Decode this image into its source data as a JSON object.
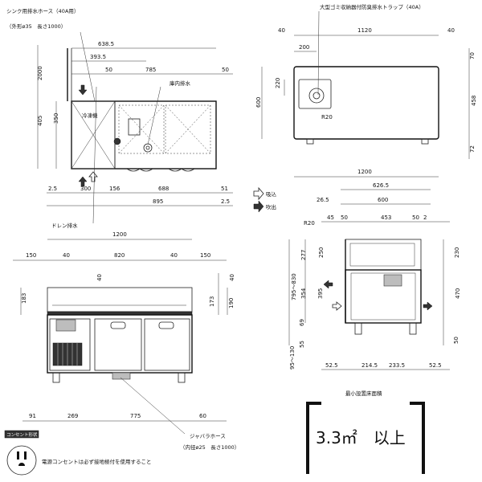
{
  "top_plan": {
    "notes": {
      "sink_hose": "シンク用排水ホース（40A用）",
      "sink_hose_size": "（外形ø35　長さ1000）",
      "freezer": "冷凍機",
      "drain_inside": "庫内排水",
      "drain": "ドレン排水"
    },
    "dims": {
      "d638": "638.5",
      "d393": "393.5",
      "d50a": "50",
      "d785": "785",
      "d50b": "50",
      "d2000": "2000",
      "d405": "405",
      "d350": "350",
      "d2_5a": "2.5",
      "d300": "300",
      "d156": "156",
      "d688": "688",
      "d51": "51",
      "d895": "895",
      "d2_5b": "2.5"
    }
  },
  "legend": {
    "intake": "吸込",
    "exhaust": "吹出"
  },
  "trap_view": {
    "note": "大型ゴミ収納器付防臭排水トラップ（40A）",
    "dims": {
      "d40a": "40",
      "d1120": "1120",
      "d40b": "40",
      "d200": "200",
      "d220": "220",
      "d600": "600",
      "d70": "70",
      "d458": "458",
      "d72": "72",
      "r20": "R20",
      "d1200": "1200"
    }
  },
  "side_view": {
    "dims": {
      "d626": "626.5",
      "d26": "26.5",
      "d600": "600",
      "r20": "R20",
      "d45": "45",
      "d50a": "50",
      "d453": "453",
      "d50b": "50",
      "d2": "2",
      "d277": "277",
      "d250": "250",
      "d230": "230",
      "d795": "795～830",
      "d354": "354",
      "d395": "395",
      "d470": "470",
      "d69": "69",
      "d55": "55",
      "d50": "50",
      "d95": "95～130",
      "d52a": "52.5",
      "d214": "214.5",
      "d233": "233.5",
      "d52b": "52.5"
    }
  },
  "front_view": {
    "dims": {
      "d1200": "1200",
      "d150a": "150",
      "d40a": "40",
      "d820": "820",
      "d40b": "40",
      "d150b": "150",
      "d40c": "40",
      "d40d": "40",
      "d183": "183",
      "d173": "173",
      "d190": "190",
      "d91": "91",
      "d269": "269",
      "d775": "775",
      "d60": "60"
    },
    "hose_note": "ジャバラホース",
    "hose_size": "（内径ø25　長さ1000）"
  },
  "floor_area": {
    "title": "最小設置床面積",
    "value": "3.3㎡　以上"
  },
  "outlet": {
    "badge": "コンセント形状",
    "note": "電源コンセントは必ず接地極付を使用すること"
  },
  "colors": {
    "ink": "#111111",
    "fill_gray": "#bdbdbd"
  }
}
